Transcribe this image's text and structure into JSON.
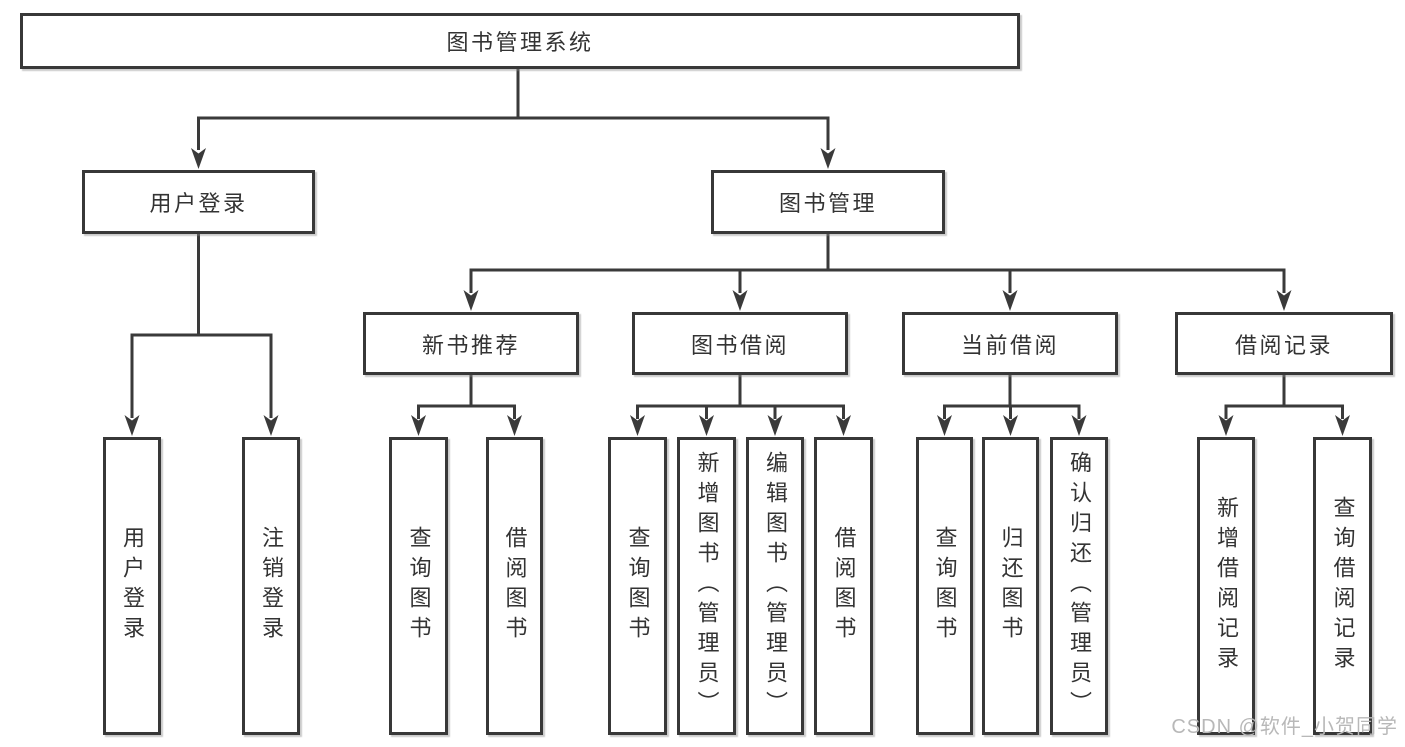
{
  "tree": {
    "root": {
      "label": "图书管理系统",
      "children": [
        {
          "label": "用户登录",
          "children": [
            {
              "label": "用户登录"
            },
            {
              "label": "注销登录"
            }
          ]
        },
        {
          "label": "图书管理",
          "children": [
            {
              "label": "新书推荐",
              "children": [
                {
                  "label": "查询图书"
                },
                {
                  "label": "借阅图书"
                }
              ]
            },
            {
              "label": "图书借阅",
              "children": [
                {
                  "label": "查询图书"
                },
                {
                  "label": "新增图书（管理员）"
                },
                {
                  "label": "编辑图书（管理员）"
                },
                {
                  "label": "借阅图书"
                }
              ]
            },
            {
              "label": "当前借阅",
              "children": [
                {
                  "label": "查询图书"
                },
                {
                  "label": "归还图书"
                },
                {
                  "label": "确认归还（管理员）"
                }
              ]
            },
            {
              "label": "借阅记录",
              "children": [
                {
                  "label": "新增借阅记录"
                },
                {
                  "label": "查询借阅记录"
                }
              ]
            }
          ]
        }
      ]
    }
  },
  "watermark": {
    "text": "CSDN @软件_小贺同学"
  },
  "colors": {
    "line": "#3a3a3a",
    "box_border": "#383838",
    "box_background": "#ffffff",
    "text": "#333333",
    "watermark": "#b8b8b8",
    "background": "#ffffff"
  }
}
